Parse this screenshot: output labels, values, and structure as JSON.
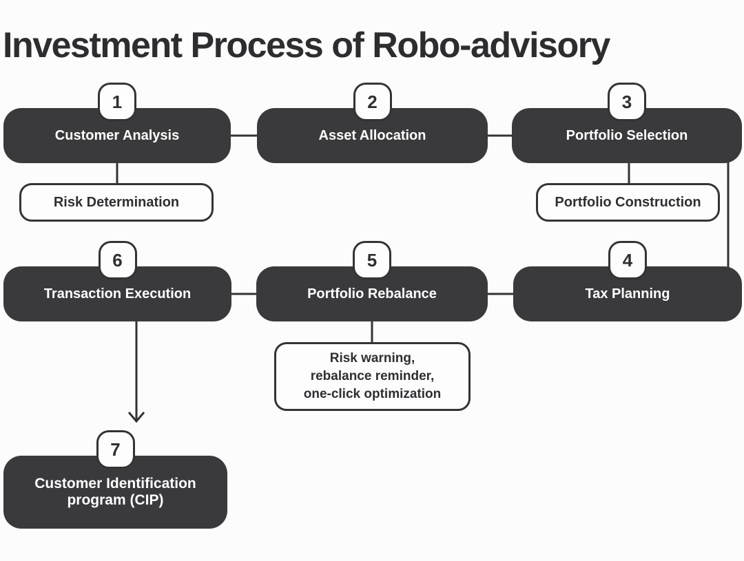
{
  "title": "Investment Process of Robo-advisory",
  "colors": {
    "step_box_fill": "#3a3a3c",
    "outline_stroke": "#333333",
    "background": "#fcfcfc",
    "step_text": "#ffffff",
    "note_text": "#2f2f31"
  },
  "steps": [
    {
      "number": "1",
      "label": "Customer Analysis"
    },
    {
      "number": "2",
      "label": "Asset Allocation"
    },
    {
      "number": "3",
      "label": "Portfolio Selection"
    },
    {
      "number": "4",
      "label": "Tax Planning"
    },
    {
      "number": "5",
      "label": "Portfolio Rebalance"
    },
    {
      "number": "6",
      "label": "Transaction Execution"
    },
    {
      "number": "7",
      "label": "Customer Identification\nprogram (CIP)"
    }
  ],
  "notes": [
    {
      "label": "Risk Determination",
      "attached_to_step": "1"
    },
    {
      "label": "Portfolio Construction",
      "attached_to_step": "3"
    },
    {
      "label": "Risk warning,\nrebalance reminder,\none-click optimization",
      "attached_to_step": "5"
    }
  ],
  "connections": [
    {
      "from": "1",
      "to": "2",
      "arrow": false
    },
    {
      "from": "2",
      "to": "3",
      "arrow": false
    },
    {
      "from": "3",
      "to": "4",
      "arrow": false
    },
    {
      "from": "4",
      "to": "5",
      "arrow": false
    },
    {
      "from": "5",
      "to": "6",
      "arrow": false
    },
    {
      "from": "6",
      "to": "7",
      "arrow": true
    },
    {
      "from": "1",
      "to": "note Risk Determination",
      "arrow": false
    },
    {
      "from": "3",
      "to": "note Portfolio Construction",
      "arrow": false
    },
    {
      "from": "5",
      "to": "note Risk warning",
      "arrow": false
    }
  ]
}
